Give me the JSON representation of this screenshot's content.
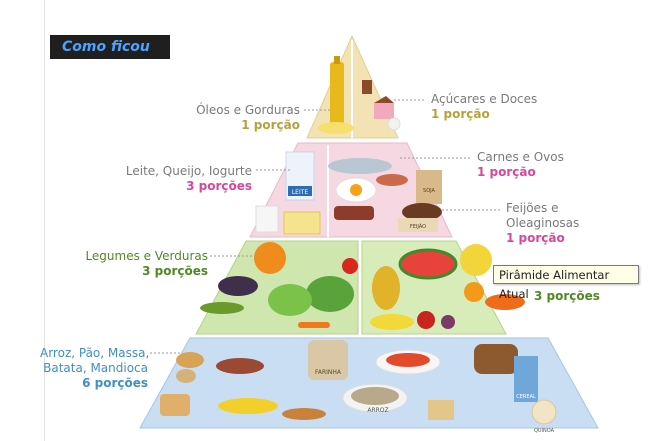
{
  "badge": "Como ficou",
  "tooltip": "Pirâmide Alimentar Atual",
  "colors": {
    "oils": "#b8a13a",
    "sugars": "#b8a13a",
    "dairy": "#d9479a",
    "meat": "#d9479a",
    "beans": "#d9479a",
    "veg": "#4e8a22",
    "fruits": "#4e8a22",
    "grains": "#3f8ec9",
    "label_text": "#7a7a7a"
  },
  "labels": {
    "oils": {
      "name": "Óleos e Gorduras",
      "portion": "1 porção"
    },
    "sugars": {
      "name": "Açúcares e Doces",
      "portion": "1 porção"
    },
    "dairy": {
      "name": "Leite, Queijo, Iogurte",
      "portion": "3 porções"
    },
    "meat": {
      "name": "Carnes e Ovos",
      "portion": "1 porção"
    },
    "beans": {
      "name1": "Feijões e",
      "name2": "Oleaginosas",
      "portion": "1 porção"
    },
    "veg": {
      "name": "Legumes e Verduras",
      "portion": "3 porções"
    },
    "fruits": {
      "portion": "3 porções"
    },
    "grains": {
      "name1": "Arroz, Pão, Massa,",
      "name2": "Batata, Mandioca",
      "portion": "6 porções"
    }
  },
  "packages": {
    "milk": "LEITE",
    "flour": "FARINHA",
    "rice": "ARROZ",
    "quinoa": "QUINOA",
    "cereal": "CEREAL",
    "beans_pkg": "FEIJÃO",
    "soy": "SOJA"
  }
}
